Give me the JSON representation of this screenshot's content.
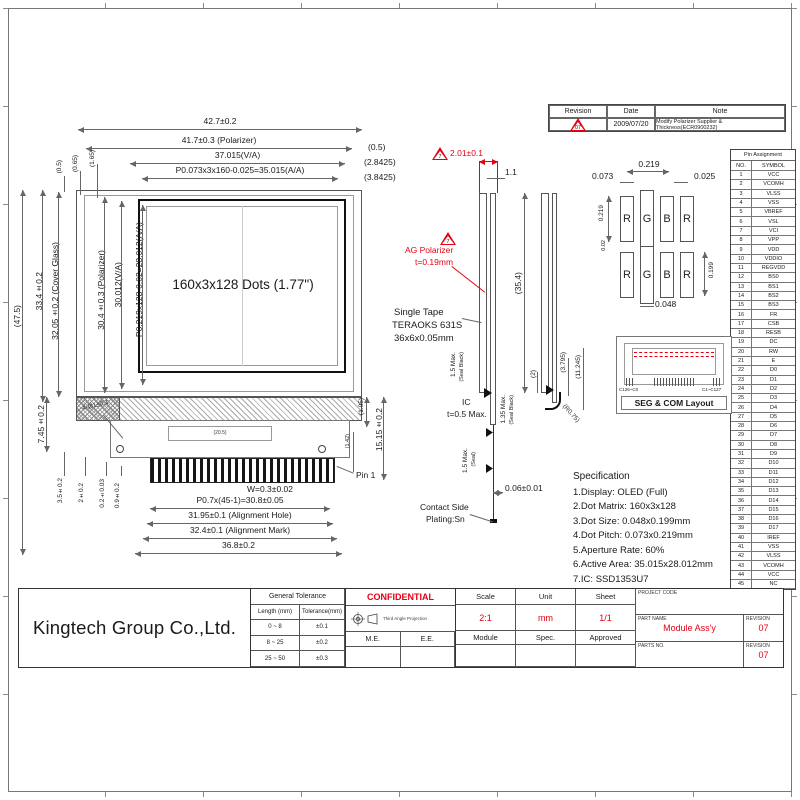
{
  "colors": {
    "accent_red": "#e60012",
    "line": "#555555",
    "ink": "#1a1a1a"
  },
  "revision_table": {
    "headers": {
      "revision": "Revision",
      "date": "Date",
      "note": "Note"
    },
    "rows": [
      {
        "revision": "07",
        "date": "2009/07/20",
        "note": "Modify Polarizer Supplier & Thickness(ECR0900232)"
      }
    ]
  },
  "pin_table": {
    "title": "Pin Assignment",
    "col_no": "NO.",
    "col_symbol": "SYMBOL",
    "symbols": [
      "VCC",
      "VCOMH",
      "VLSS",
      "VSS",
      "VBREF",
      "VSL",
      "VCI",
      "VPP",
      "VDD",
      "VDDIO",
      "REGVDD",
      "BS0",
      "BS1",
      "BS2",
      "BS3",
      "FR",
      "CSB",
      "RESB",
      "DC",
      "RW",
      "E",
      "D0",
      "D1",
      "D2",
      "D3",
      "D4",
      "D5",
      "D6",
      "D7",
      "D8",
      "D9",
      "D10",
      "D11",
      "D12",
      "D13",
      "D14",
      "D15",
      "D16",
      "D17",
      "IREF",
      "VSS",
      "VLSS",
      "VCOMH",
      "VCC",
      "NC"
    ]
  },
  "front_view": {
    "dim_top_1": "42.7±0.2",
    "dim_top_2": "41.7±0.3 (Polarizer)",
    "dim_top_3": "37.015(V/A)",
    "dim_top_4": "P0.073x3x160-0.025=35.015(A/A)",
    "dim_top_r1": "(0.5)",
    "dim_top_r2": "(2.8425)",
    "dim_top_r3": "(3.8425)",
    "dim_tl_1": "(0.5)",
    "dim_tl_2": "(0.65)",
    "dim_tl_3": "(1.65)",
    "dim_left_outer": "(47.5)",
    "dim_left_1": "33.4±0.2",
    "dim_left_2": "32.05±0.2 (Cover Glass)",
    "dim_left_3": "30.4±0.3 (Polarizer)",
    "dim_left_4": "30.012(V/A)",
    "dim_left_5": "P0.219x128-0.02=28.012(A/A)",
    "display_label": "160x3x128 Dots (1.77\")",
    "hole_note": "4-Ø1±0.1",
    "dim_bl_1": "7.45±0.2",
    "dim_bl_2": "3.5±0.2",
    "dim_bl_3": "2±0.2",
    "dim_bl_4": "0.2±0.03",
    "dim_bl_5": "0.9±0.2",
    "dim_mid": "(20.5)",
    "dim_w": "W=0.3±0.02",
    "dim_pitch": "P0.7x(45-1)=30.8±0.05",
    "dim_align_hole": "31.95±0.1 (Alignment Hole)",
    "dim_align_mark": "32.4±0.1 (Alignment Mark)",
    "dim_total_w": "36.8±0.2",
    "pin1_label": "Pin 1",
    "dim_r1": "(1.05)",
    "dim_r2": "15.15±0.2",
    "dim_r3": "(1.42)"
  },
  "side_view": {
    "rev_marker": "7",
    "dim_red_top": "2.01±0.1",
    "dim_gap": "1.1",
    "ag_line1": "AG Polarizer",
    "ag_line2": "t=0.19mm",
    "tape_line1": "Single Tape",
    "tape_line2": "TERAOKS 631S",
    "tape_line3": "36x6x0.05mm",
    "dim_height": "(35.4)",
    "seal_top": "1.5 Max.",
    "seal_top_sub": "(Seal Black)",
    "ic_label": "IC",
    "ic_sub": "t=0.5 Max.",
    "seal_mid": "1.35 Max.",
    "seal_mid_sub": "(Seal Black)",
    "seal_bot": "1.5 Max.",
    "seal_bot_sub": "(Seal)",
    "dim_thk": "0.06±0.01",
    "contact_line1": "Contact Side",
    "contact_line2": "Plating:Sn",
    "dim_2": "(2)",
    "dim_3795": "(3.795)",
    "dim_11245": "(11.245)",
    "dim_r075": "(R0.75)"
  },
  "pixel_detail": {
    "dim_top": "0.219",
    "dim_tl": "0.073",
    "dim_tr": "0.025",
    "dim_left": "0.219",
    "dim_left_small": "0.02",
    "dim_right": "0.199",
    "dim_bottom": "0.048",
    "cells": [
      "R",
      "G",
      "B",
      "R"
    ]
  },
  "seg_com": {
    "left_label": "C126~C0",
    "right_label": "C1~C127",
    "title": "SEG & COM Layout"
  },
  "specification": {
    "title": "Specification",
    "items": [
      "1.Display: OLED (Full)",
      "2.Dot Matrix: 160x3x128",
      "3.Dot Size: 0.048x0.199mm",
      "4.Dot Pitch: 0.073x0.219mm",
      "5.Aperture Rate: 60%",
      "6.Active Area: 35.015x28.012mm",
      "7.IC: SSD1353U7"
    ]
  },
  "title_block": {
    "company": "Kingtech Group Co.,Ltd.",
    "general_tolerance": {
      "title": "General Tolerance",
      "col1": "Length (mm)",
      "col2": "Tolerance(mm)",
      "rows": [
        [
          "0 ~ 8",
          "±0.1"
        ],
        [
          "8 ~ 25",
          "±0.2"
        ],
        [
          "25 ~ 50",
          "±0.3"
        ]
      ]
    },
    "confidential": "CONFIDENTIAL",
    "projection": "Third Angle Projection",
    "me": "M.E.",
    "ee": "E.E.",
    "scale_label": "Scale",
    "unit_label": "Unit",
    "sheet_label": "Sheet",
    "scale_value": "2:1",
    "unit_value": "mm",
    "sheet_value": "1/1",
    "module_label": "Module",
    "spec_label": "Spec.",
    "approved_label": "Approved",
    "project_code_label": "PROJECT CODE",
    "part_name_label": "PART NAME",
    "part_name_value": "Module Ass'y",
    "revision_label": "REVISION",
    "revision_value_1": "07",
    "parts_no_label": "PARTS NO.",
    "revision_value_2": "07"
  }
}
